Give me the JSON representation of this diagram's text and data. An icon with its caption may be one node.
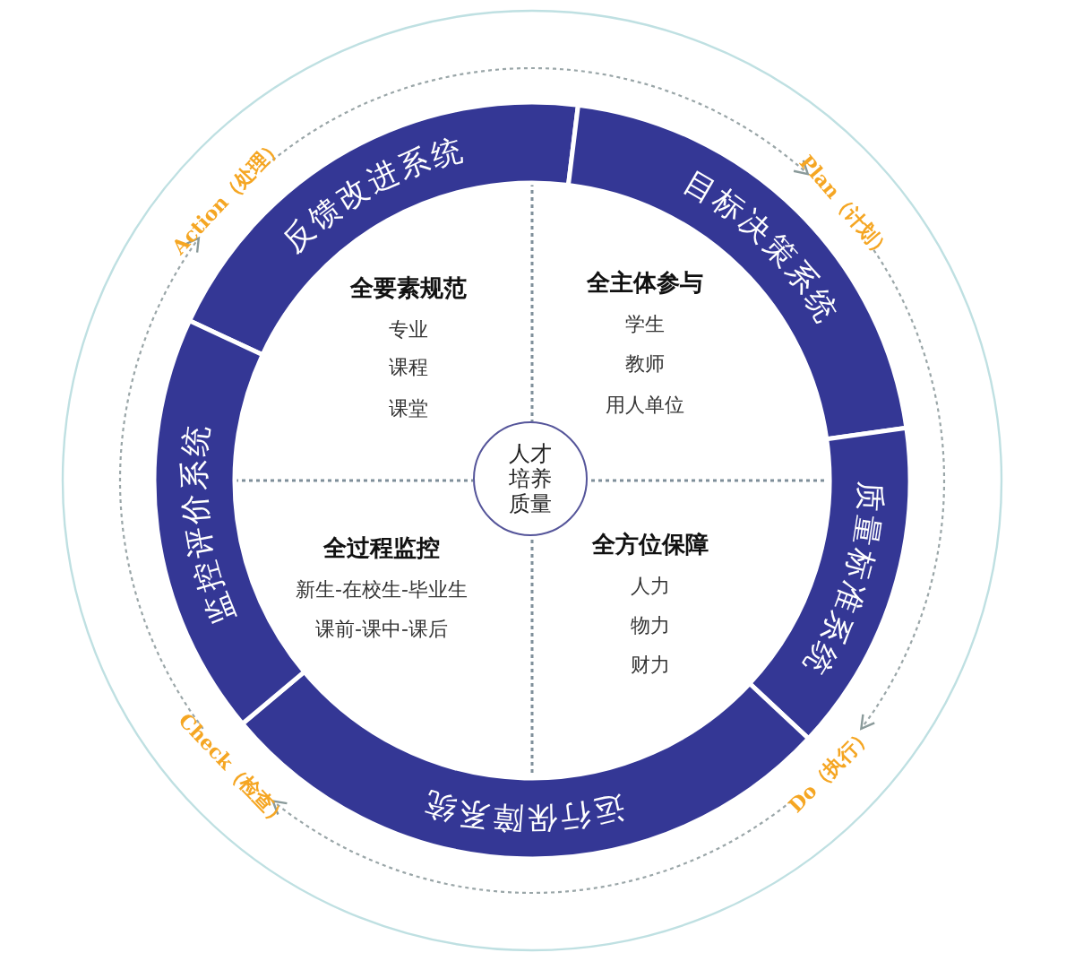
{
  "diagram": {
    "nodes": [
      {
        "text": [
          "反馈改进系统"
        ]
      },
      {
        "text": [
          "目标决策系统"
        ]
      },
      {
        "text": [
          "质量标准系统"
        ]
      },
      {
        "text": [
          "运行保障系统"
        ]
      },
      {
        "text": [
          "监控评价系统"
        ]
      },
      {
        "text": [
          "人才培养质量"
        ]
      },
      {
        "text": [
          "Action（处理）"
        ]
      },
      {
        "text": [
          "Plan（计划）"
        ]
      },
      {
        "text": [
          "Do（执行）"
        ]
      },
      {
        "text": [
          "Check（检查）"
        ]
      }
    ],
    "edges": [
      {
        "from": 6,
        "to": 7,
        "arrow": "to",
        "style": "dashed"
      },
      {
        "from": 7,
        "to": 8,
        "arrow": "to",
        "style": "dashed"
      },
      {
        "from": 8,
        "to": 9,
        "arrow": "to",
        "style": "dashed"
      },
      {
        "from": 9,
        "to": 6,
        "arrow": "to",
        "style": "dashed"
      }
    ],
    "labels": [
      "全要素规范",
      "专业",
      "课程",
      "课堂",
      "全主体参与",
      "学生",
      "教师",
      "用人单位",
      "全过程监控",
      "新生-在校生-毕业生",
      "课前-课中-课后",
      "全方位保障",
      "人力",
      "物力",
      "财力"
    ]
  }
}
